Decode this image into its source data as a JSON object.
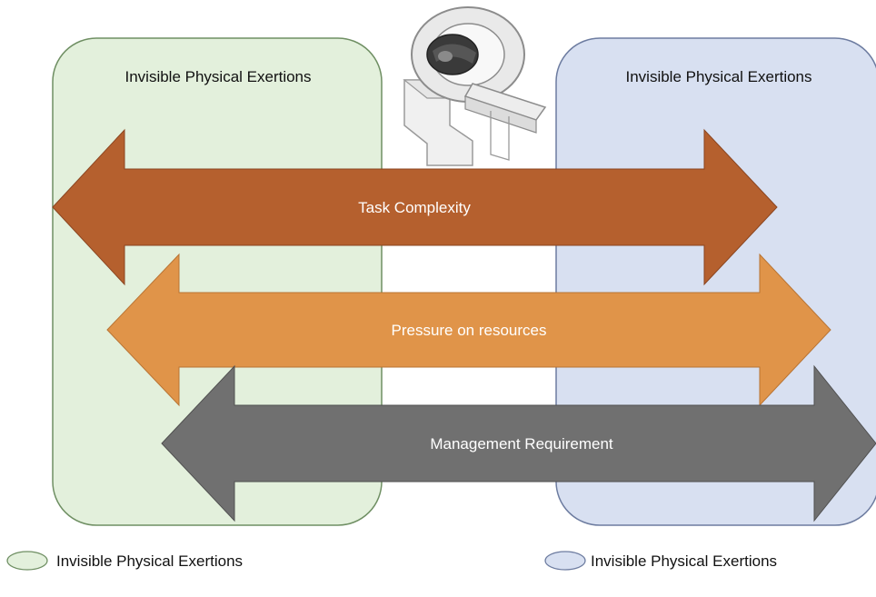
{
  "panels": {
    "left_title": "Invisible Physical Exertions",
    "right_title": "Invisible Physical Exertions"
  },
  "arrows": [
    {
      "label": "Task Complexity",
      "color": "#b5602e"
    },
    {
      "label": "Pressure on resources",
      "color": "#e09449"
    },
    {
      "label": "Management Requirement",
      "color": "#707070"
    }
  ],
  "legend": {
    "left_label": "Invisible Physical Exertions",
    "right_label": "Invisible Physical Exertions"
  },
  "colors": {
    "left_panel_fill": "#e3f0dc",
    "left_panel_stroke": "#6f8f63",
    "right_panel_fill": "#d8e0f1",
    "right_panel_stroke": "#6d7ca0"
  },
  "icons": {
    "scanner": "ct-scanner-icon"
  }
}
